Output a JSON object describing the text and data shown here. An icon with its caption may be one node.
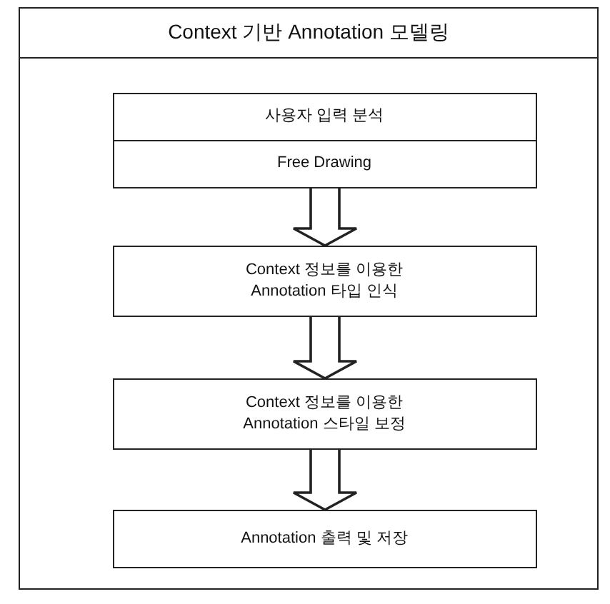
{
  "diagram": {
    "nodes": [
      {
        "text": [
          "Context 기반 Annotation 모델링"
        ]
      },
      {
        "text": [
          "사용자 입력 분석",
          "Free Drawing"
        ],
        "in": 0
      },
      {
        "text": [
          "Context 정보를 이용한 Annotation 타입 인식"
        ],
        "in": 0
      },
      {
        "text": [
          "Context 정보를 이용한 Annotation 스타일 보정"
        ],
        "in": 0
      },
      {
        "text": [
          "Annotation 출력 및 저장"
        ],
        "in": 0
      }
    ],
    "edges": [
      {
        "from": 1,
        "to": 2,
        "arrow": "to"
      },
      {
        "from": 2,
        "to": 3,
        "arrow": "to"
      },
      {
        "from": 3,
        "to": 4,
        "arrow": "to"
      }
    ]
  }
}
